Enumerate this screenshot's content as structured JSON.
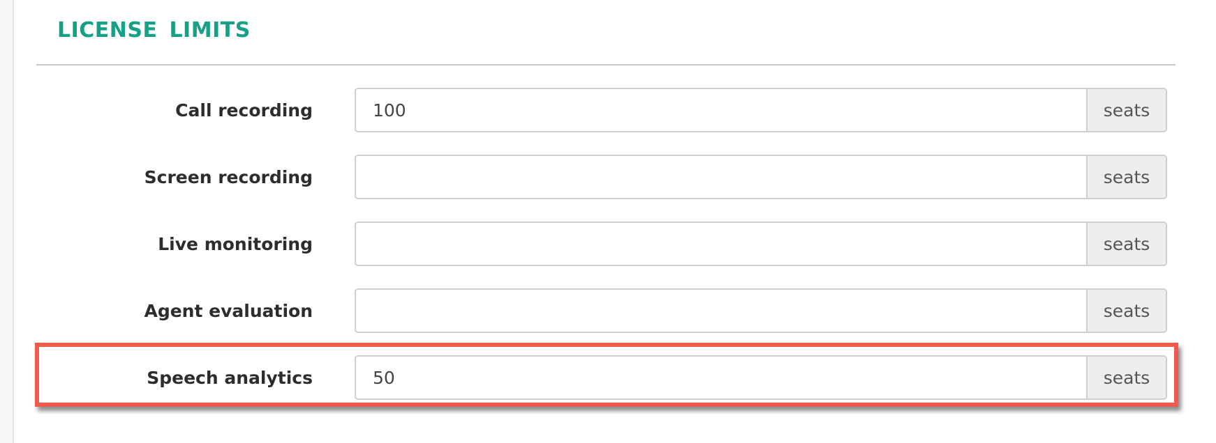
{
  "section": {
    "title": "LICENSE LIMITS"
  },
  "colors": {
    "accent": "#16a085",
    "highlight": "#f25a4c"
  },
  "fields": [
    {
      "label": "Call recording",
      "value": "100",
      "unit": "seats"
    },
    {
      "label": "Screen recording",
      "value": "",
      "unit": "seats"
    },
    {
      "label": "Live monitoring",
      "value": "",
      "unit": "seats"
    },
    {
      "label": "Agent evaluation",
      "value": "",
      "unit": "seats"
    },
    {
      "label": "Speech analytics",
      "value": "50",
      "unit": "seats",
      "highlighted": true
    }
  ]
}
